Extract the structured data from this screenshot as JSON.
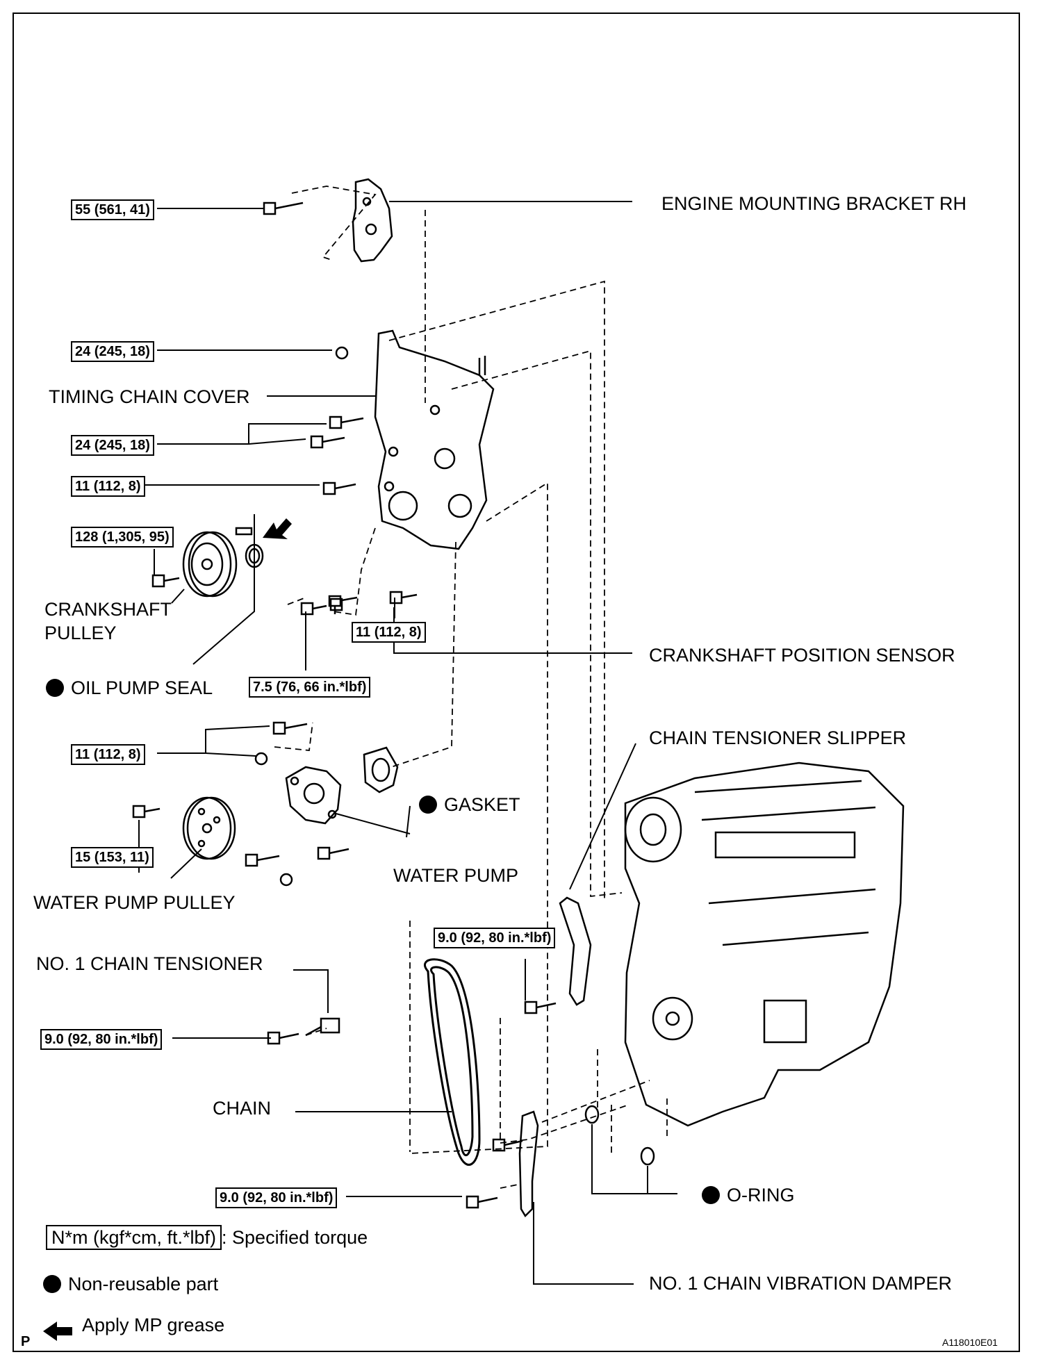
{
  "labels": {
    "engine_mounting_bracket": "ENGINE MOUNTING BRACKET RH",
    "timing_chain_cover": "TIMING CHAIN COVER",
    "crankshaft_pulley": "CRANKSHAFT\nPULLEY",
    "oil_pump_seal": "OIL PUMP SEAL",
    "crankshaft_position_sensor": "CRANKSHAFT POSITION SENSOR",
    "chain_tensioner_slipper": "CHAIN TENSIONER SLIPPER",
    "gasket": "GASKET",
    "water_pump": "WATER PUMP",
    "water_pump_pulley": "WATER PUMP PULLEY",
    "no1_chain_tensioner": "NO. 1 CHAIN TENSIONER",
    "chain": "CHAIN",
    "o_ring": "O-RING",
    "no1_chain_vibration_damper": "NO. 1 CHAIN VIBRATION DAMPER"
  },
  "torques": {
    "bracket_bolt": "55 (561, 41)",
    "cover_nut": "24 (245, 18)",
    "cover_bolts_24": "24 (245, 18)",
    "cover_bolt_11": "11 (112, 8)",
    "pulley_bolt": "128 (1,305, 95)",
    "sensor_side_bolt": "11 (112, 8)",
    "sensor_bolt": "7.5 (76, 66 in.*lbf)",
    "water_pump_bolts": "11 (112, 8)",
    "water_pump_pulley_bolt": "15 (153, 11)",
    "slipper_bolt": "9.0 (92, 80 in.*lbf)",
    "tensioner_bolt": "9.0 (92, 80 in.*lbf)",
    "damper_bolt": "9.0 (92, 80 in.*lbf)"
  },
  "legend": {
    "torque_box": "N*m (kgf*cm, ft.*lbf)",
    "torque_text": ": Specified torque",
    "non_reusable": "Non-reusable part",
    "grease": "Apply MP grease"
  },
  "footer": {
    "left_mark": "P",
    "figure_id": "A118010E01"
  }
}
